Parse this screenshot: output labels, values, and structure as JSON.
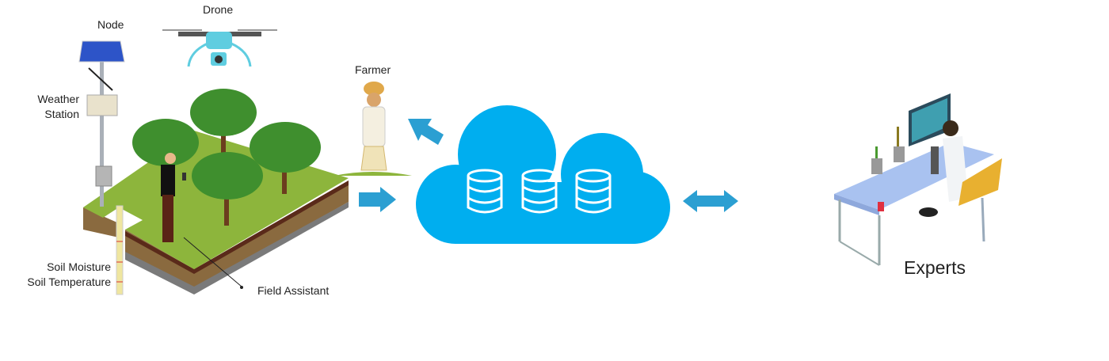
{
  "labels": {
    "drone": "Drone",
    "node": "Node",
    "farmer": "Farmer",
    "weather_station_line1": "Weather",
    "weather_station_line2": "Station",
    "soil_moisture": "Soil Moisture",
    "soil_temperature": "Soil Temperature",
    "field_assistant": "Field Assistant",
    "experts": "Experts"
  },
  "colors": {
    "cloud": "#00aeef",
    "arrow": "#2b9fd2",
    "grass": "#8db53c",
    "soil": "#8a6a3f",
    "tree": "#3f8f2e",
    "solar": "#2d54c8"
  }
}
